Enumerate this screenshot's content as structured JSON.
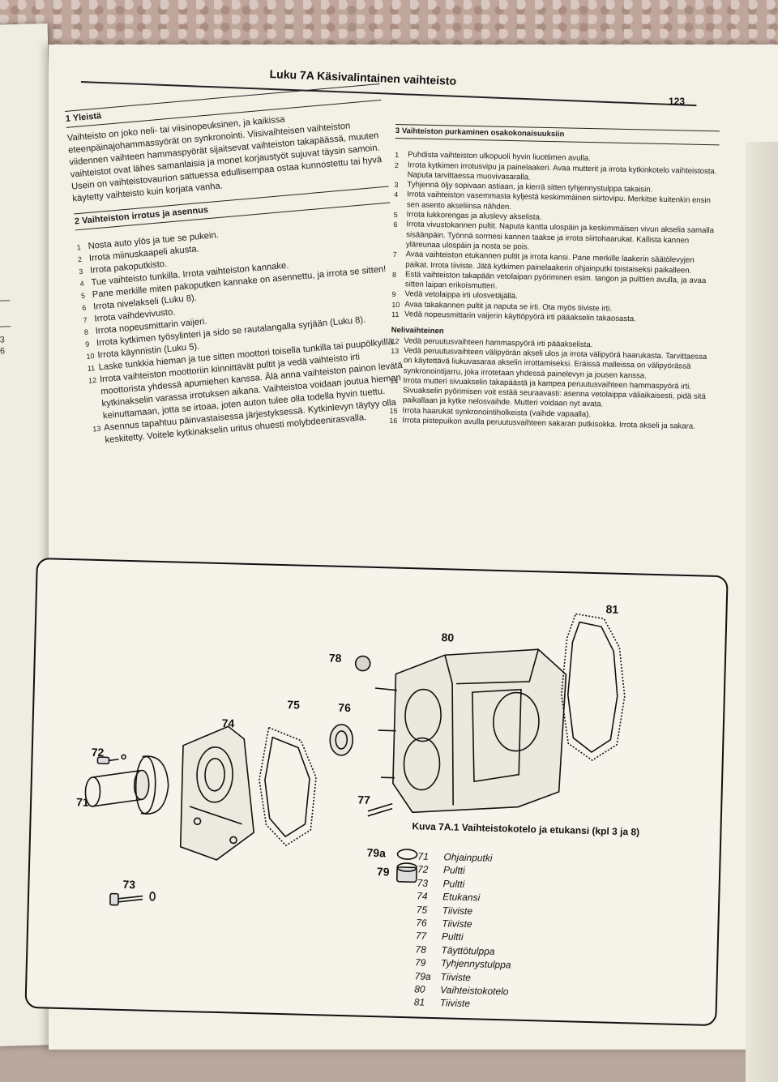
{
  "header": {
    "title": "Luku 7A  Käsivalintainen vaihteisto",
    "page_number": "123"
  },
  "left_page_margin": [
    "3",
    "6"
  ],
  "section1": {
    "heading": "1 Yleistä",
    "paragraphs": [
      "Vaihteisto on joko neli- tai viisinopeuksinen, ja kaikissa eteenpäinajohammassyörät on synkronointi. Viisivaihteisen vaihteiston viidennen vaihteen hammaspyörät sijaitsevat vaihteiston takapäässä, muuten vaihteistot ovat lähes samanlaisia ja monet korjaustyöt sujuvat täysin samoin.",
      "Usein on vaihteistovaurion sattuessa edullisempaa ostaa kunnostettu tai hyvä käytetty vaihteisto kuin korjata vanha."
    ]
  },
  "section2": {
    "heading": "2 Vaihteiston irrotus ja asennus",
    "steps": [
      {
        "n": "1",
        "text": "Nosta auto ylös ja tue se pukein."
      },
      {
        "n": "2",
        "text": "Irrota miinuskaapeli akusta."
      },
      {
        "n": "3",
        "text": "Irrota pakoputkisto."
      },
      {
        "n": "4",
        "text": "Tue vaihteisto tunkilla. Irrota vaihteiston kannake."
      },
      {
        "n": "5",
        "text": "Pane merkille miten pakoputken kannake on asennettu, ja irrota se sitten!"
      },
      {
        "n": "6",
        "text": "Irrota nivelakseli (Luku 8)."
      },
      {
        "n": "7",
        "text": "Irrota vaihdevivusto."
      },
      {
        "n": "8",
        "text": "Irrota nopeusmittarin vaijeri."
      },
      {
        "n": "9",
        "text": "Irrota kytkimen työsylinteri ja sido se rautalangalla syrjään (Luku 8)."
      },
      {
        "n": "10",
        "text": "Irrota käynnistin (Luku 5)."
      },
      {
        "n": "11",
        "text": "Laske tunkkia hieman ja tue sitten moottori toisella tunkilla tai puupölkyillä."
      },
      {
        "n": "12",
        "text": "Irrota vaihteiston moottoriin kiinnittävät pultit ja vedä vaihteisto irti moottorista yhdessä apumiehen kanssa. Älä anna vaihteiston painon levätä kytkinakselin varassa irrotuksen aikana. Vaihteistoa voidaan joutua hieman keinuttamaan, jotta se irtoaa, joten auton tulee olla todella hyvin tuettu."
      },
      {
        "n": "13",
        "text": "Asennus tapahtuu päinvastaisessa järjestyksessä. Kytkinlevyn täytyy olla keskitetty. Voitele kytkinakselin uritus ohuesti molybdeenirasvalla."
      }
    ]
  },
  "section3": {
    "heading": "3 Vaihteiston purkaminen osakokonaisuuksiin",
    "steps": [
      {
        "n": "1",
        "text": "Puhdista vaihteiston ulkopuoli hyvin liuottimen avulla."
      },
      {
        "n": "2",
        "text": "Irrota kytkimen irrotusvipu ja painelaakeri. Avaa mutterit ja irrota kytkinkotelo vaihteistosta. Naputa tarvittaessa muovivasaralla."
      },
      {
        "n": "3",
        "text": "Tyhjennä öljy sopivaan astiaan, ja kierrä sitten tyhjennystulppa takaisin."
      },
      {
        "n": "4",
        "text": "Irrota vaihteiston vasemmasta kyljestä keskimmäinen siirtovipu. Merkitse kuitenkin ensin sen asento akseliinsa nähden."
      },
      {
        "n": "5",
        "text": "Irrota lukkorengas ja aluslevy akselista."
      },
      {
        "n": "6",
        "text": "Irrota vivustokannen pultit. Naputa kantta ulospäin ja keskimmäisen vivun akselia samalla sisäänpäin. Työnnä sormesi kannen taakse ja irrota siirtohaarukat. Kallista kannen yläreunaa ulospäin ja nosta se pois."
      },
      {
        "n": "7",
        "text": "Avaa vaihteiston etukannen pultit ja irrota kansi. Pane merkille laakerin säätölevyjen paikat. Irrota tiiviste. Jätä kytkimen painelaakerin ohjainputki toistaiseksi paikalleen."
      },
      {
        "n": "8",
        "text": "Estä vaihteiston takapään vetolaipan pyöriminen esim. tangon ja pulttien avulla, ja avaa sitten laipan erikoismutteri."
      },
      {
        "n": "9",
        "text": "Vedä vetolaippa irti ulosvetäjällä."
      },
      {
        "n": "10",
        "text": "Avaa takakannen pultit ja naputa se irti. Ota myös tiiviste irti."
      },
      {
        "n": "11",
        "text": "Vedä nopeusmittarin vaijerin käyttöpyörä irti pääakselin takaosasta."
      }
    ],
    "subheading": "Nelivaihteinen",
    "steps2": [
      {
        "n": "12",
        "text": "Vedä peruutusvaihteen hammaspyörä irti pääakselista."
      },
      {
        "n": "13",
        "text": "Vedä peruutusvaihteen välipyörän akseli ulos ja irrota välipyörä haarukasta. Tarvittaessa on käytettävä liukuvasaraa akselin irrottamiseksi. Eräissä malleissa on välipyörässä synkronointijarru, joka irrotetaan yhdessä painelevyn ja jousen kanssa."
      },
      {
        "n": "14",
        "text": "Irrota mutteri sivuakselin takapäästä ja kampea peruutusvaihteen hammaspyörä irti. Sivuakselin pyörimisen voit estää seuraavasti: asenna vetolaippa väliaikaisesti, pidä sitä paikallaan ja kytke nelosvaihde. Mutteri voidaan nyt avata."
      },
      {
        "n": "15",
        "text": "Irrota haarukat synkronointiholkeista (vaihde vapaalla)."
      },
      {
        "n": "16",
        "text": "Irrota pistepuikon avulla peruutusvaihteen sakaran putkisokka. Irrota akseli ja sakara."
      }
    ]
  },
  "figure": {
    "caption": "Kuva 7A.1 Vaihteistokotelo ja etukansi (kpl 3 ja 8)",
    "callouts": [
      "71",
      "72",
      "73",
      "74",
      "75",
      "76",
      "77",
      "78",
      "79a",
      "79",
      "80",
      "81"
    ],
    "legend": [
      {
        "num": "71",
        "name": "Ohjainputki"
      },
      {
        "num": "72",
        "name": "Pultti"
      },
      {
        "num": "73",
        "name": "Pultti"
      },
      {
        "num": "74",
        "name": "Etukansi"
      },
      {
        "num": "75",
        "name": "Tiiviste"
      },
      {
        "num": "76",
        "name": "Tiiviste"
      },
      {
        "num": "77",
        "name": "Pultti"
      },
      {
        "num": "78",
        "name": "Täyttötulppa"
      },
      {
        "num": "79",
        "name": "Tyhjennystulppa"
      },
      {
        "num": "79a",
        "name": "Tiiviste"
      },
      {
        "num": "80",
        "name": "Vaihteistokotelo"
      },
      {
        "num": "81",
        "name": "Tiiviste"
      }
    ]
  }
}
